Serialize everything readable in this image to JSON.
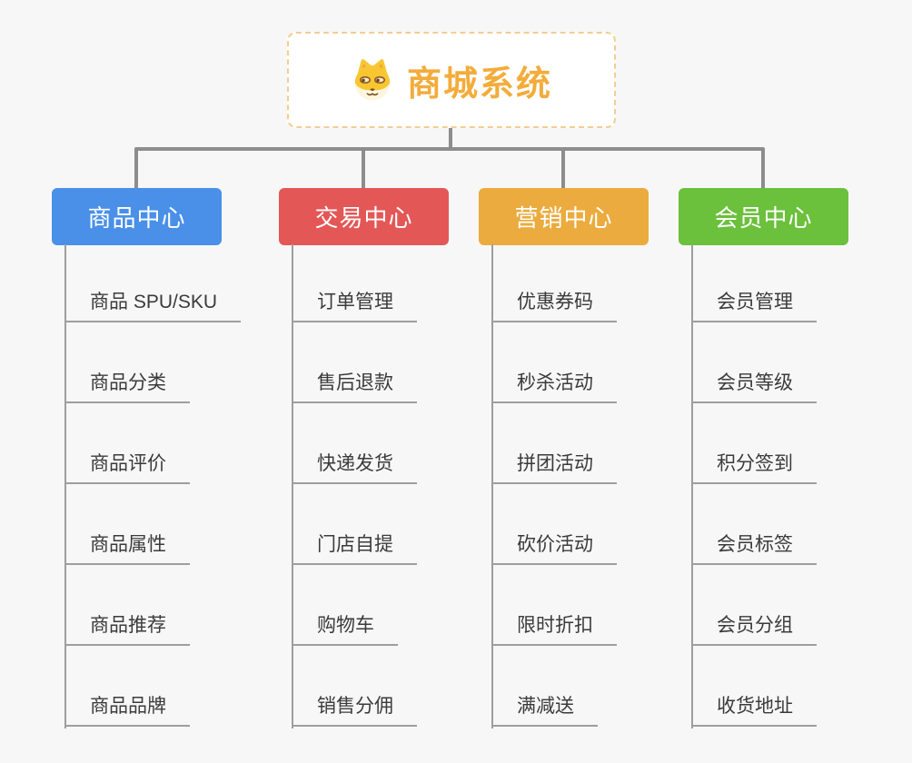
{
  "background_color": "#F7F7F7",
  "connector_color": "#8D8D8D",
  "subline_color": "#9E9E9E",
  "root": {
    "title": "商城系统",
    "icon": "dog-face-icon",
    "text_color": "#F3AC3B",
    "border_color": "#F2CE92"
  },
  "branches": [
    {
      "label": "商品中心",
      "color": "#4A90E8",
      "items": [
        "商品 SPU/SKU",
        "商品分类",
        "商品评价",
        "商品属性",
        "商品推荐",
        "商品品牌"
      ]
    },
    {
      "label": "交易中心",
      "color": "#E45757",
      "items": [
        "订单管理",
        "售后退款",
        "快递发货",
        "门店自提",
        "购物车",
        "销售分佣"
      ]
    },
    {
      "label": "营销中心",
      "color": "#EBAB3E",
      "items": [
        "优惠券码",
        "秒杀活动",
        "拼团活动",
        "砍价活动",
        "限时折扣",
        "满减送"
      ]
    },
    {
      "label": "会员中心",
      "color": "#6BC03C",
      "items": [
        "会员管理",
        "会员等级",
        "积分签到",
        "会员标签",
        "会员分组",
        "收货地址"
      ]
    }
  ]
}
